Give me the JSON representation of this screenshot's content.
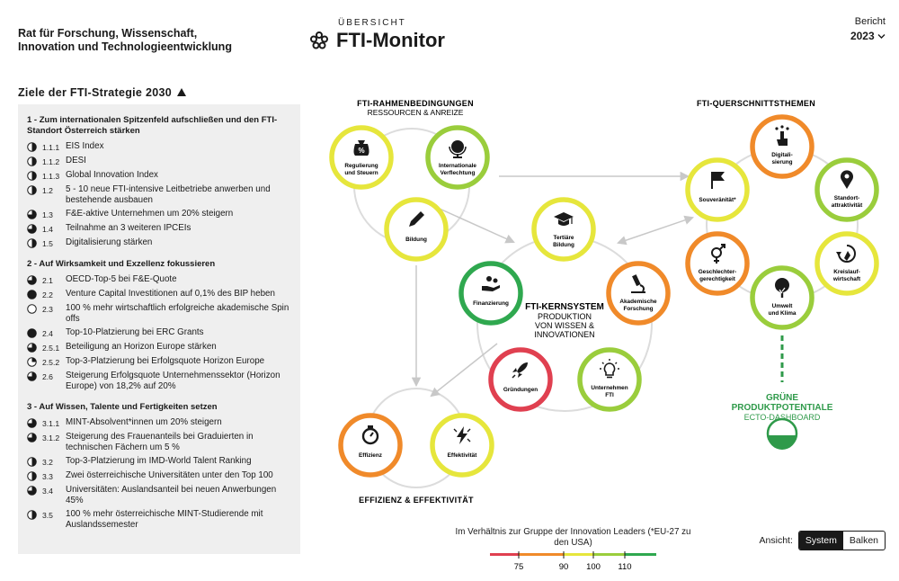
{
  "header": {
    "org_line1": "Rat für Forschung, Wissenschaft,",
    "org_line2": "Innovation und Technologieentwicklung",
    "subtitle": "ÜBERSICHT",
    "title": "FTI-Monitor",
    "report_label": "Bericht",
    "report_year": "2023"
  },
  "goals": {
    "title": "Ziele der FTI-Strategie 2030",
    "sections": [
      {
        "title": "1 - Zum internationalen Spitzenfeld aufschließen und den FTI-Standort Österreich stärken",
        "items": [
          {
            "num": "1.1.1",
            "label": "EIS Index",
            "fill": 0.5
          },
          {
            "num": "1.1.2",
            "label": "DESI",
            "fill": 0.5
          },
          {
            "num": "1.1.3",
            "label": "Global Innovation Index",
            "fill": 0.5
          },
          {
            "num": "1.2",
            "label": "5 - 10 neue FTI-intensive Leitbetriebe anwerben und bestehende ausbauen",
            "fill": 0.5
          },
          {
            "num": "1.3",
            "label": "F&E-aktive Unternehmen um 20% steigern",
            "fill": 0.75
          },
          {
            "num": "1.4",
            "label": "Teilnahme an 3 weiteren IPCEIs",
            "fill": 0.75
          },
          {
            "num": "1.5",
            "label": "Digitalisierung stärken",
            "fill": 0.5
          }
        ]
      },
      {
        "title": "2 - Auf Wirksamkeit und Exzellenz fokussieren",
        "items": [
          {
            "num": "2.1",
            "label": "OECD-Top-5 bei F&E-Quote",
            "fill": 0.75
          },
          {
            "num": "2.2",
            "label": "Venture Capital Investitionen auf 0,1% des BIP heben",
            "fill": 1
          },
          {
            "num": "2.3",
            "label": "100 % mehr wirtschaftlich erfolgreiche akademische Spin offs",
            "fill": 0
          },
          {
            "num": "2.4",
            "label": "Top-10-Platzierung bei ERC Grants",
            "fill": 1
          },
          {
            "num": "2.5.1",
            "label": "Beteiligung an Horizon Europe stärken",
            "fill": 0.75
          },
          {
            "num": "2.5.2",
            "label": "Top-3-Platzierung bei Erfolgsquote Horizon Europe",
            "fill": 0.25
          },
          {
            "num": "2.6",
            "label": "Steigerung Erfolgsquote Unternehmenssektor (Horizon Europe) von 18,2% auf 20%",
            "fill": 0.75
          }
        ]
      },
      {
        "title": "3 - Auf Wissen, Talente und Fertigkeiten setzen",
        "items": [
          {
            "num": "3.1.1",
            "label": "MINT-Absolvent*innen um 20% steigern",
            "fill": 0.75
          },
          {
            "num": "3.1.2",
            "label": "Steigerung des Frauenanteils bei Graduierten in technischen Fächern um 5 %",
            "fill": 0.75
          },
          {
            "num": "3.2",
            "label": "Top-3-Platzierung im IMD-World Talent Ranking",
            "fill": 0.5
          },
          {
            "num": "3.3",
            "label": "Zwei österreichische Universitäten unter den Top 100",
            "fill": 0.5
          },
          {
            "num": "3.4",
            "label": "Universitäten: Auslandsanteil bei neuen Anwerbungen 45%",
            "fill": 0.75
          },
          {
            "num": "3.5",
            "label": "100 % mehr österreichische MINT-Studierende mit Auslandssemester",
            "fill": 0.5
          }
        ]
      }
    ]
  },
  "diagram": {
    "group_rahmen_title": "FTI-RAHMENBEDINGUNGEN",
    "group_rahmen_sub": "RESSOURCEN & ANREIZE",
    "group_quer_title": "FTI-QUERSCHNITTSTHEMEN",
    "group_kern_title": "FTI-KERNSYSTEM",
    "group_kern_sub1": "PRODUKTION",
    "group_kern_sub2": "VON WISSEN &",
    "group_kern_sub3": "INNOVATIONEN",
    "group_eff_title": "EFFIZIENZ & EFFEKTIVITÄT",
    "green_title1": "GRÜNE",
    "green_title2": "PRODUKTPOTENTIALE",
    "green_sub": "ECTO-DASHBOARD",
    "nodes": [
      {
        "id": "regulierung",
        "line1": "Regulierung",
        "line2": "und Steuern",
        "ring": "#e6e63c",
        "icon": "money-bag-icon"
      },
      {
        "id": "internationale",
        "line1": "Internationale",
        "line2": "Verflechtung",
        "ring": "#9acd3c",
        "icon": "globe-icon"
      },
      {
        "id": "bildung",
        "line1": "Bildung",
        "line2": "",
        "ring": "#e6e63c",
        "icon": "pencil-icon"
      },
      {
        "id": "tertiaere",
        "line1": "Tertiäre",
        "line2": "Bildung",
        "ring": "#e6e63c",
        "icon": "graduation-cap-icon"
      },
      {
        "id": "finanzierung",
        "line1": "Finanzierung",
        "line2": "",
        "ring": "#2fa84f",
        "icon": "hand-coins-icon"
      },
      {
        "id": "akademische",
        "line1": "Akademische",
        "line2": "Forschung",
        "ring": "#f08a2a",
        "icon": "microscope-icon"
      },
      {
        "id": "gruendungen",
        "line1": "Gründungen",
        "line2": "",
        "ring": "#e04050",
        "icon": "rocket-icon"
      },
      {
        "id": "unternehmen",
        "line1": "Unternehmen",
        "line2": "FTI",
        "ring": "#9acd3c",
        "icon": "lightbulb-icon"
      },
      {
        "id": "effizienz",
        "line1": "Effizienz",
        "line2": "",
        "ring": "#f08a2a",
        "icon": "stopwatch-icon"
      },
      {
        "id": "effektivitaet",
        "line1": "Effektivität",
        "line2": "",
        "ring": "#e6e63c",
        "icon": "lightning-icon"
      },
      {
        "id": "digitalisierung",
        "line1": "Digitali-",
        "line2": "sierung",
        "ring": "#f08a2a",
        "icon": "touch-icon"
      },
      {
        "id": "souveraenitaet",
        "line1": "Souveränität*",
        "line2": "",
        "ring": "#e6e63c",
        "icon": "flag-icon"
      },
      {
        "id": "standort",
        "line1": "Standort-",
        "line2": "attraktivität",
        "ring": "#9acd3c",
        "icon": "pin-icon"
      },
      {
        "id": "geschlechter",
        "line1": "Geschlechter-",
        "line2": "gerechtigkeit",
        "ring": "#f08a2a",
        "icon": "gender-icon"
      },
      {
        "id": "kreislauf",
        "line1": "Kreislauf-",
        "line2": "wirtschaft",
        "ring": "#e6e63c",
        "icon": "recycle-icon"
      },
      {
        "id": "umwelt",
        "line1": "Umwelt",
        "line2": "und Klima",
        "ring": "#9acd3c",
        "icon": "tree-icon"
      }
    ]
  },
  "legend": {
    "text": "Im Verhältnis zur Gruppe der Innovation Leaders (*EU-27 zu den USA)",
    "ticks": [
      "75",
      "90",
      "100",
      "110"
    ],
    "colors": [
      "#e04050",
      "#f08a2a",
      "#e6e63c",
      "#9acd3c",
      "#2fa84f"
    ]
  },
  "view": {
    "label": "Ansicht:",
    "option_system": "System",
    "option_bars": "Balken",
    "selected": "System"
  }
}
